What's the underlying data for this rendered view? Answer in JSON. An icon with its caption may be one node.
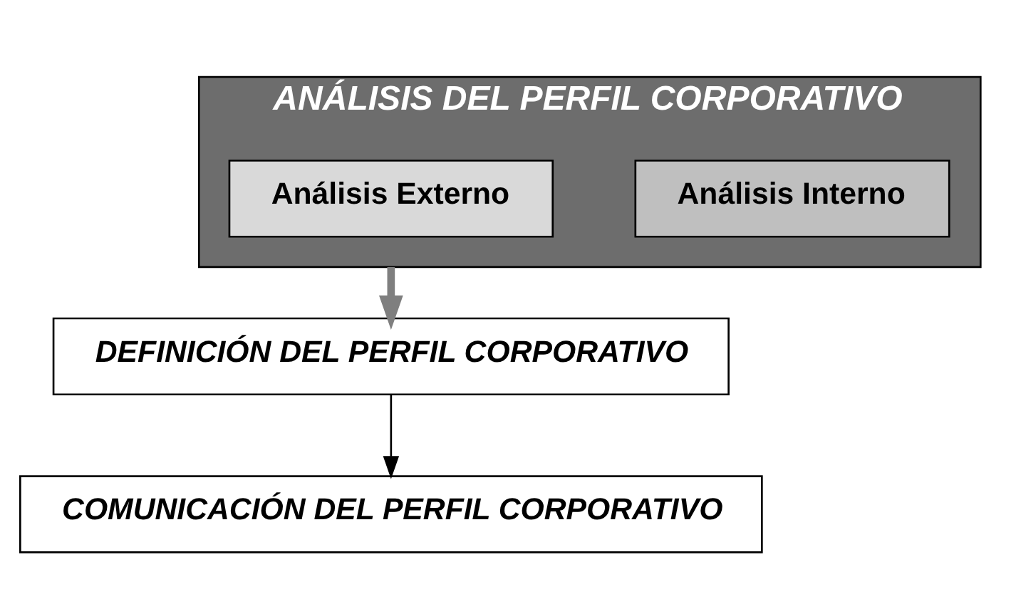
{
  "diagram": {
    "nodes": [
      {
        "text": [
          "ANÁLISIS DEL PERFIL CORPORATIVO"
        ]
      },
      {
        "text": [
          "Análisis Interno"
        ],
        "in": 0
      },
      {
        "text": [
          "Análisis Externo"
        ],
        "in": 0
      },
      {
        "text": [
          "DEFINICIÓN DEL PERFIL CORPORATIVO"
        ]
      },
      {
        "text": [
          "COMUNICACIÓN DEL PERFIL CORPORATIVO"
        ]
      }
    ],
    "edges": [
      {
        "from": 0,
        "to": 3,
        "arrow": "to",
        "style": "thick",
        "color": "#7f7f7f"
      },
      {
        "from": 3,
        "to": 4,
        "arrow": "to",
        "color": "#000000"
      }
    ]
  }
}
